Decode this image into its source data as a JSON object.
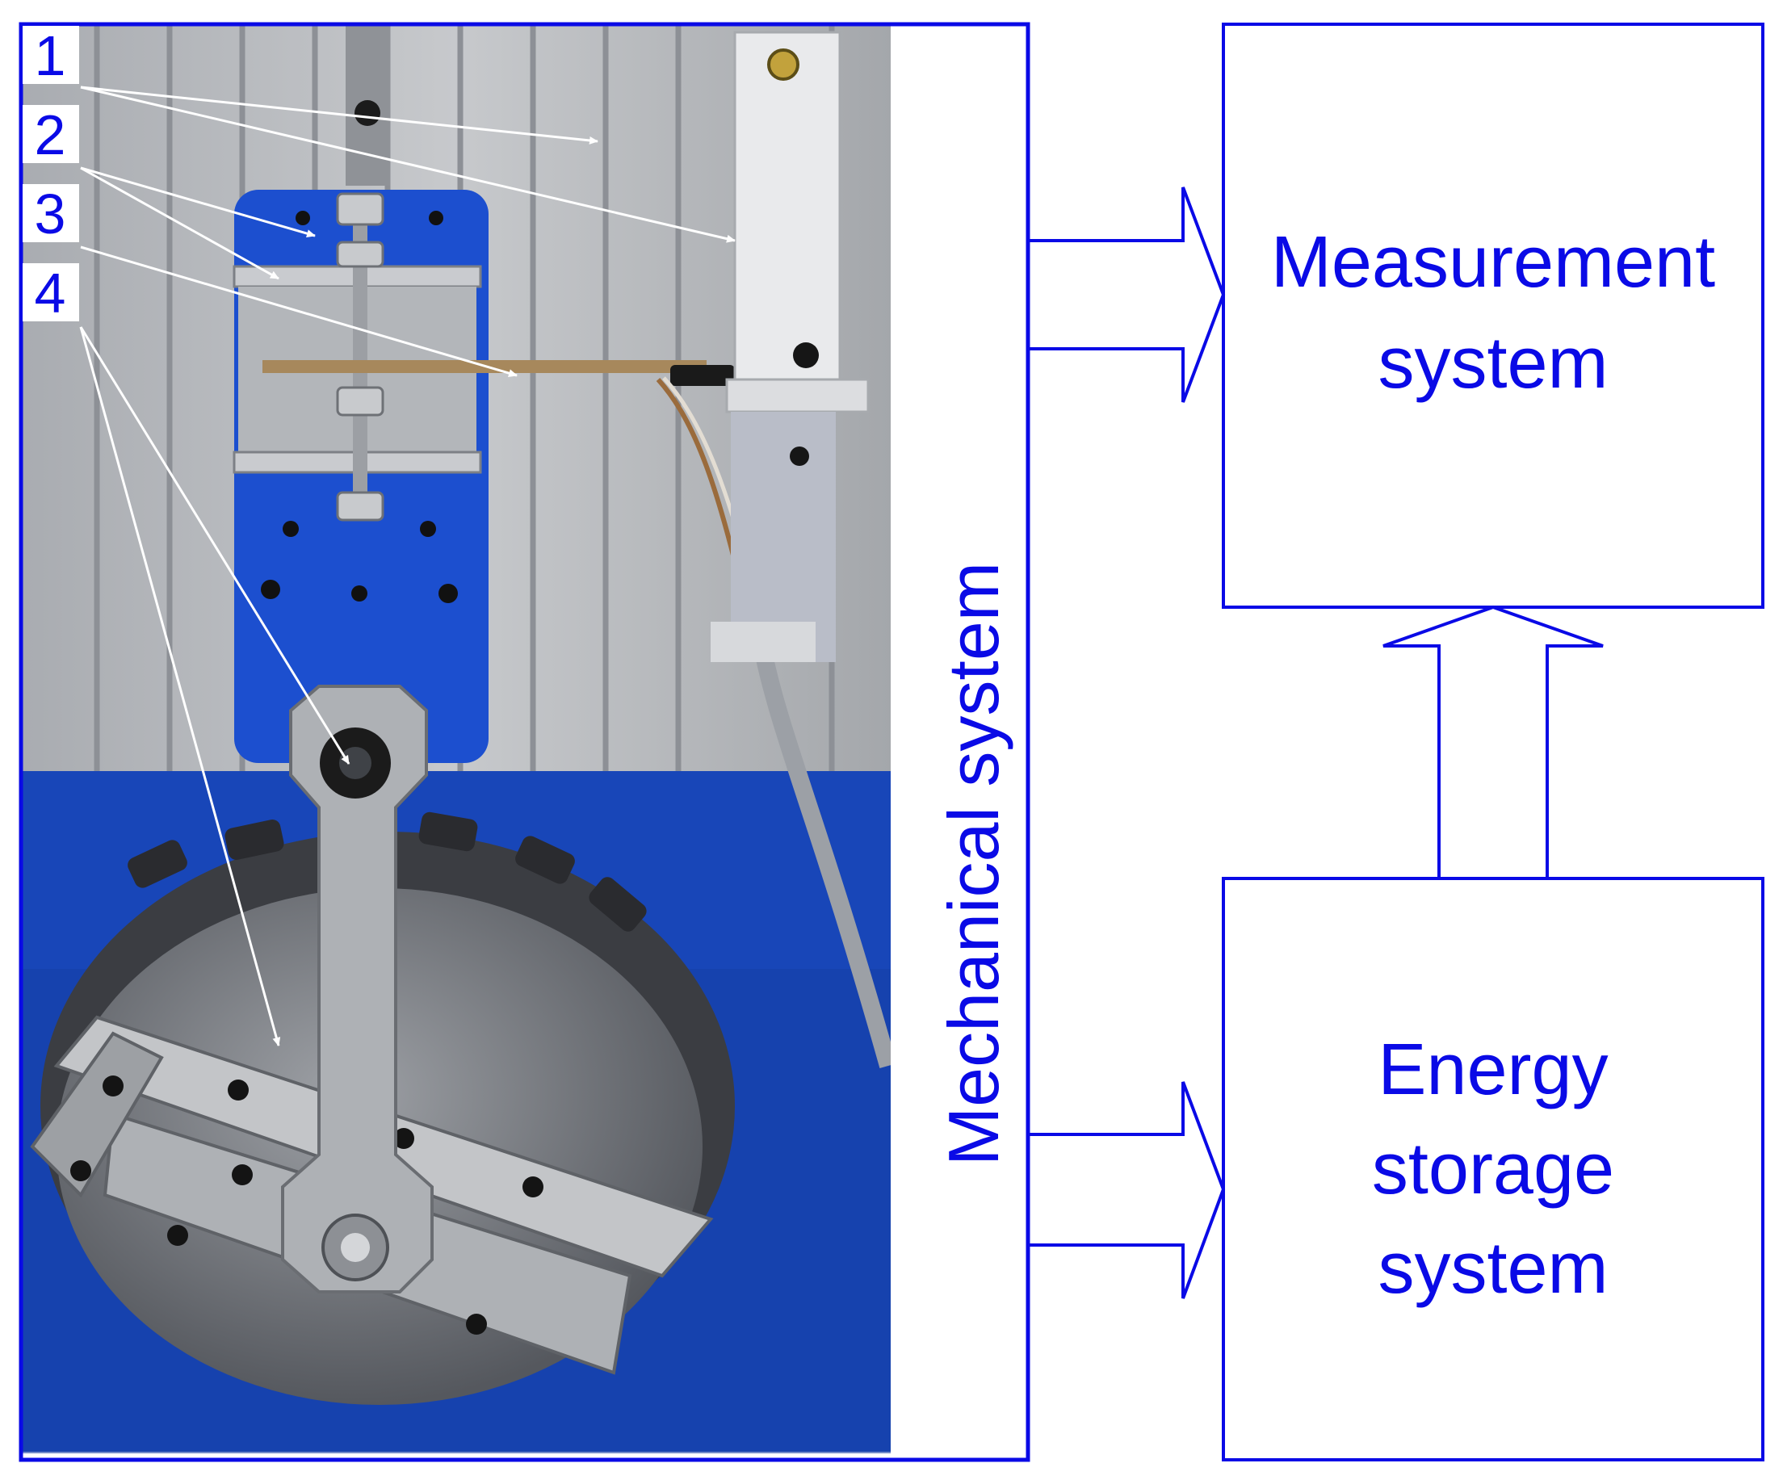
{
  "diagram": {
    "callouts": [
      "1",
      "2",
      "3",
      "4"
    ],
    "mechanical_label": "Mechanical system",
    "measurement_line1": "Measurement",
    "measurement_line2": "system",
    "energy_line1": "Energy",
    "energy_line2": "storage",
    "energy_line3": "system"
  },
  "colors": {
    "diagram_blue": "#0a0ae6",
    "machine_blue": "#1846b8",
    "aluminium": "#b9bcc0"
  }
}
